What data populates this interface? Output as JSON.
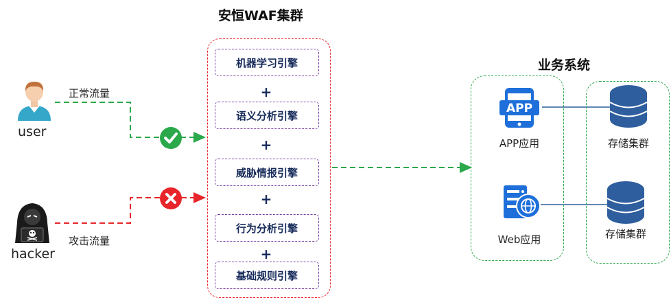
{
  "waf": {
    "title": "安恒WAF集群",
    "engines": [
      "机器学习引擎",
      "语义分析引擎",
      "威胁情报引擎",
      "行为分析引擎",
      "基础规则引擎"
    ],
    "plus": "+"
  },
  "actors": {
    "user": {
      "label": "user",
      "flow_label": "正常流量"
    },
    "hacker": {
      "label": "hacker",
      "flow_label": "攻击流量"
    }
  },
  "business": {
    "title": "业务系统",
    "apps": [
      {
        "label": "APP应用",
        "icon": "app-phone-icon",
        "icon_text": "APP"
      },
      {
        "label": "Web应用",
        "icon": "web-server-icon"
      }
    ],
    "storage": [
      {
        "label": "存储集群",
        "icon": "database-icon"
      },
      {
        "label": "存储集群",
        "icon": "database-icon"
      }
    ]
  },
  "colors": {
    "normal_flow": "#2aa84a",
    "attack_flow": "#e8252b",
    "waf_border": "#e8252b",
    "engine_border": "#7a3fa0",
    "engine_text": "#162a5a",
    "app_blue": "#1e6fd9",
    "db_blue": "#2f5e9e"
  }
}
